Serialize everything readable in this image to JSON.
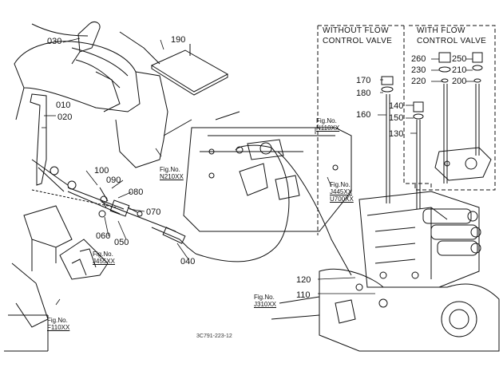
{
  "headers": {
    "without_flow": [
      "WITHOUT FLOW",
      "CONTROL VALVE"
    ],
    "with_flow": [
      "WITH FLOW",
      "CONTROL VALVE"
    ]
  },
  "parts": {
    "p010": "010",
    "p020": "020",
    "p030": "030",
    "p040": "040",
    "p050": "050",
    "p060": "060",
    "p070": "070",
    "p080": "080",
    "p090": "090",
    "p100": "100",
    "p110": "110",
    "p120": "120",
    "p130": "130",
    "p140": "140",
    "p150": "150",
    "p160": "160",
    "p170": "170",
    "p180": "180",
    "p190": "190",
    "p200": "200",
    "p210": "210",
    "p220": "220",
    "p230": "230",
    "p250": "250",
    "p260": "260"
  },
  "fig_refs": {
    "n210": [
      "Fig.No.",
      "N210XX"
    ],
    "n110": [
      "Fig.No.",
      "N110XX"
    ],
    "j445": [
      "Fig.No.",
      "J445XX",
      "U700XX"
    ],
    "j455": [
      "Fig.No.",
      "J455XX"
    ],
    "j310": [
      "Fig.No.",
      "J310XX"
    ],
    "f110": [
      "Fig.No.",
      "F110XX"
    ]
  },
  "diagram_code": "3C791-223-12"
}
